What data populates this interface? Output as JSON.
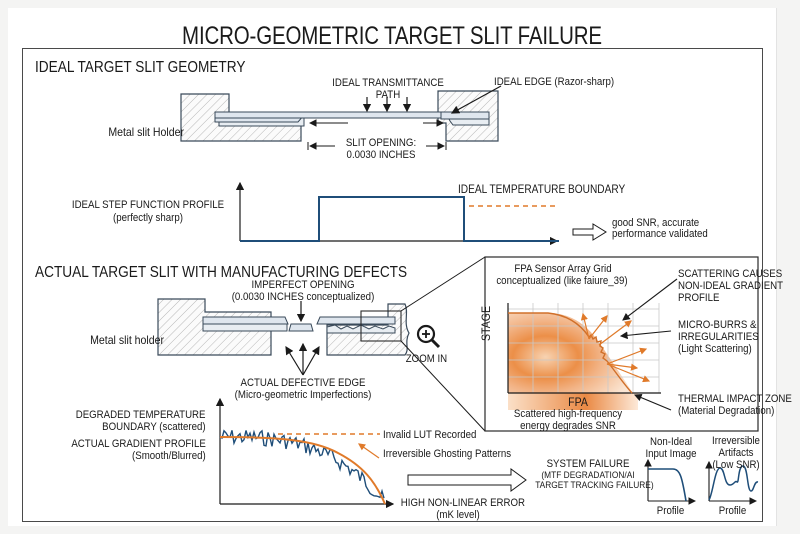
{
  "title": "MICRO-GEOMETRIC TARGET SLIT FAILURE",
  "colors": {
    "steel_blue": "#1f4e79",
    "orange": "#e07a2a",
    "orange_light": "#f6c9a2",
    "outline": "#3a3a3a",
    "plate_fill": "#dfe6ee"
  },
  "ideal": {
    "heading": "IDEAL TARGET SLIT GEOMETRY",
    "holder_label": "Metal slit Holder",
    "transmittance_label_1": "IDEAL TRANSMITTANCE",
    "transmittance_label_2": "PATH",
    "edge_label": "IDEAL EDGE (Razor-sharp)",
    "opening_label_1": "SLIT OPENING:",
    "opening_label_2": "0.0030 INCHES",
    "profile_label_1": "IDEAL STEP FUNCTION PROFILE",
    "profile_label_2": "(perfectly sharp)",
    "boundary_label": "IDEAL TEMPERATURE BOUNDARY",
    "result_label_1": "good SNR, accurate",
    "result_label_2": "performance validated"
  },
  "actual": {
    "heading": "ACTUAL TARGET SLIT WITH MANUFACTURING DEFECTS",
    "holder_label": "Metal slit holder",
    "opening_label_1": "IMPERFECT OPENING",
    "opening_label_2": "(0.0030 INCHES conceptualized)",
    "edge_label_1": "ACTUAL DEFECTIVE EDGE",
    "edge_label_2": "(Micro-geometric Imperfections)",
    "zoom_label": "ZOOM IN",
    "degraded_label_1": "DEGRADED TEMPERATURE",
    "degraded_label_2": "BOUNDARY (scattered)",
    "gradient_label_1": "ACTUAL GRADIENT PROFILE",
    "gradient_label_2": "(Smooth/Blurred)",
    "lut_label": "Invalid LUT Recorded",
    "ghosting_label": "Irreversible Ghosting Patterns",
    "error_label_1": "HIGH NON-LINEAR ERROR",
    "error_label_2": "(mK level)",
    "failure_label_1": "SYSTEM FAILURE",
    "failure_label_2": "(MTF DEGRADATION/AI",
    "failure_label_3": "TARGET TRACKING FAILURE)",
    "mini1_title_1": "Non-Ideal",
    "mini1_title_2": "Input Image",
    "mini1_xlabel": "Profile",
    "mini2_title_1": "Irreversible",
    "mini2_title_2": "Artifacts",
    "mini2_title_3": "(Low SNR)",
    "mini2_xlabel": "Profile"
  },
  "zoom_panel": {
    "title_1": "FPA Sensor Array Grid",
    "title_2": "conceptualized (like faiure_39)",
    "y_axis": "STAGE",
    "x_axis": "FPA",
    "caption_1": "Scattered high-frequency",
    "caption_2": "energy degrades SNR",
    "scatter_label_1": "SCATTERING CAUSES",
    "scatter_label_2": "NON-IDEAL GRADIENT",
    "scatter_label_3": "PROFILE",
    "burrs_label_1": "MICRO-BURRS &",
    "burrs_label_2": "IRREGULARITIES",
    "burrs_label_3": "(Light Scattering)",
    "thermal_label_1": "THERMAL IMPACT ZONE",
    "thermal_label_2": "(Material Degradation)"
  }
}
